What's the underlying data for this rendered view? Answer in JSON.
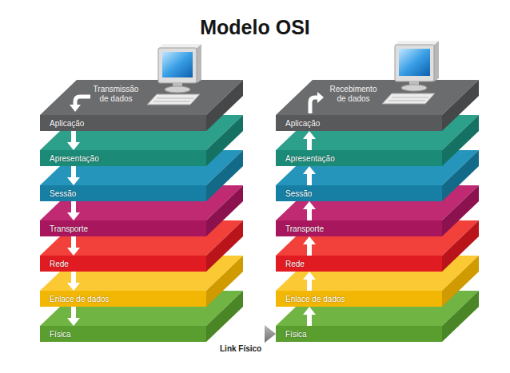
{
  "diagram": {
    "title": "Modelo OSI",
    "nodes": [
      {
        "text": [
          "Transmissão de dados",
          "Aplicação"
        ]
      },
      {
        "text": [
          "Apresentação"
        ]
      },
      {
        "text": [
          "Sessão"
        ]
      },
      {
        "text": [
          "Transporte"
        ]
      },
      {
        "text": [
          "Rede"
        ]
      },
      {
        "text": [
          "Enlace de dados"
        ]
      },
      {
        "text": [
          "Física"
        ]
      },
      {
        "text": [
          "Recebimento de dados",
          "Aplicação"
        ]
      },
      {
        "text": [
          "Apresentação"
        ]
      },
      {
        "text": [
          "Sessão"
        ]
      },
      {
        "text": [
          "Transporte"
        ]
      },
      {
        "text": [
          "Rede"
        ]
      },
      {
        "text": [
          "Enlace de dados"
        ]
      },
      {
        "text": [
          "Física"
        ]
      }
    ],
    "edges": [
      {
        "from": 0,
        "to": 1,
        "arrow": "to"
      },
      {
        "from": 1,
        "to": 2,
        "arrow": "to"
      },
      {
        "from": 2,
        "to": 3,
        "arrow": "to"
      },
      {
        "from": 3,
        "to": 4,
        "arrow": "to"
      },
      {
        "from": 4,
        "to": 5,
        "arrow": "to"
      },
      {
        "from": 5,
        "to": 6,
        "arrow": "to"
      },
      {
        "from": 6,
        "to": 13,
        "label": "Link Físico",
        "arrow": "to"
      },
      {
        "from": 13,
        "to": 12,
        "arrow": "to"
      },
      {
        "from": 12,
        "to": 11,
        "arrow": "to"
      },
      {
        "from": 11,
        "to": 10,
        "arrow": "to"
      },
      {
        "from": 10,
        "to": 9,
        "arrow": "to"
      },
      {
        "from": 9,
        "to": 8,
        "arrow": "to"
      },
      {
        "from": 8,
        "to": 7,
        "arrow": "to"
      }
    ]
  }
}
